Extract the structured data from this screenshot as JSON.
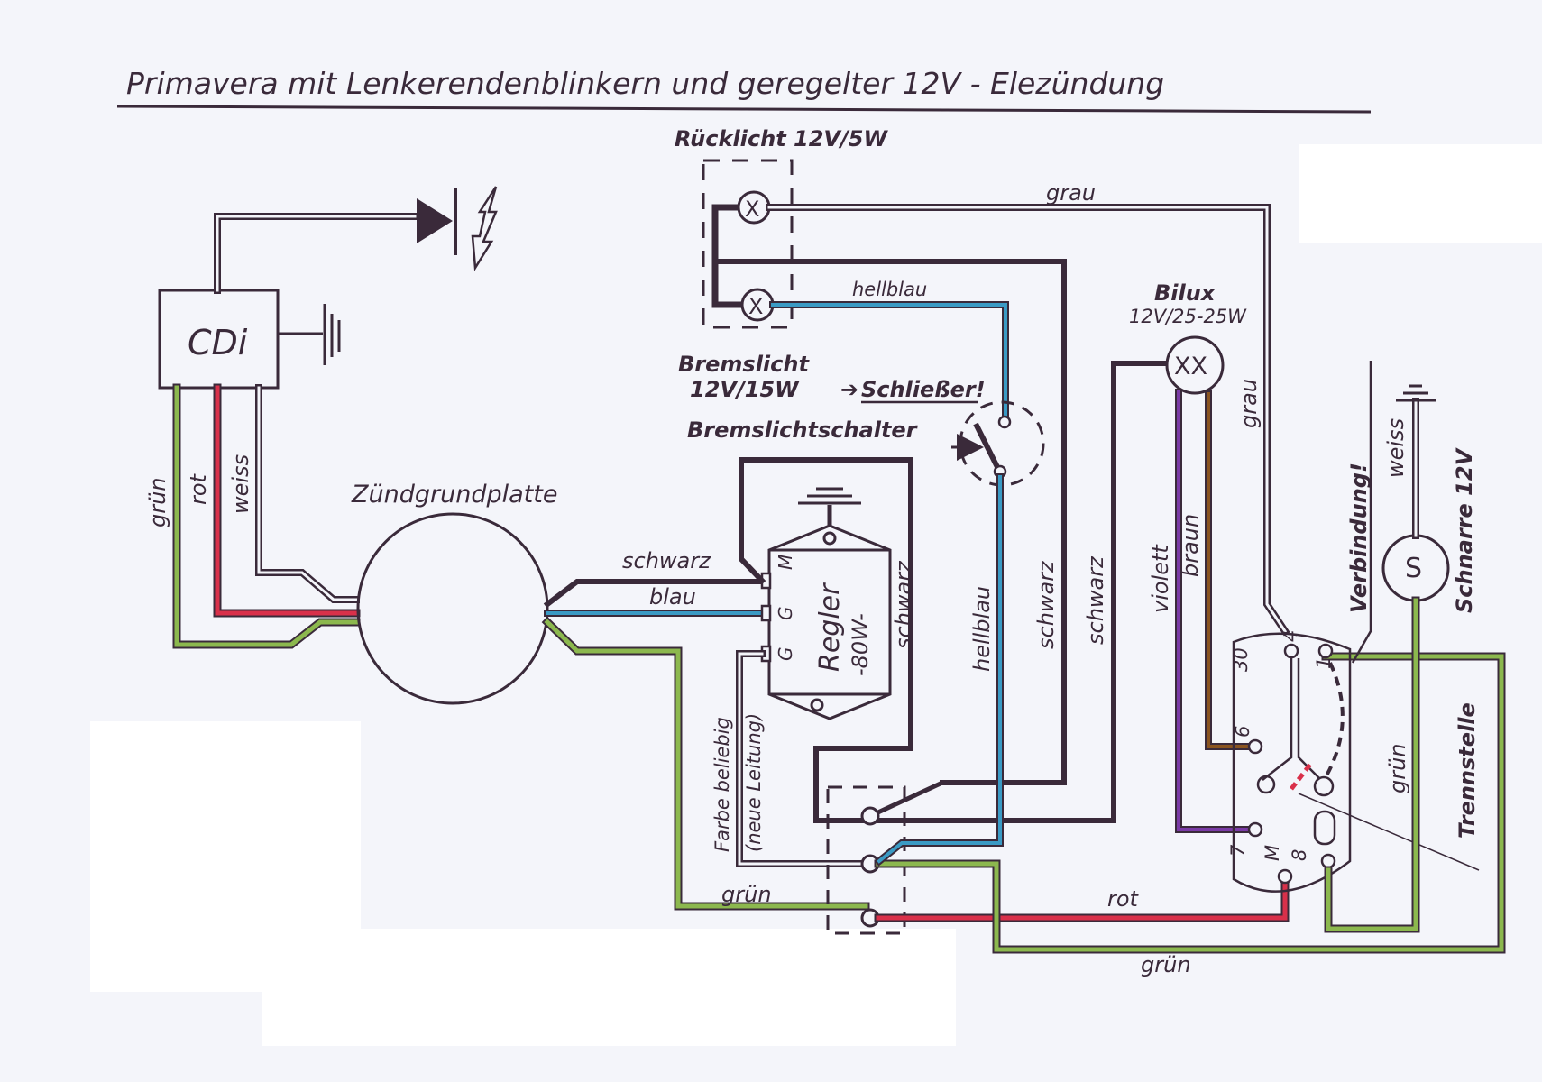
{
  "title": "Primavera mit Lenkerendenblinkern und geregelter 12V - Elezündung",
  "components": {
    "cdi": {
      "label": "CDi"
    },
    "ignition_plate": {
      "label": "Zündgrundplatte"
    },
    "rear_light": {
      "label": "Rücklicht 12V/5W"
    },
    "brake_light": {
      "label_line1": "Bremslicht",
      "label_line2": "12V/15W"
    },
    "closer_note": {
      "arrow": "➔",
      "label": "Schließer!"
    },
    "brake_switch": {
      "label": "Bremslichtschalter"
    },
    "regulator": {
      "label": "Regler",
      "rating": "-80W-",
      "terminals": [
        "M",
        "G",
        "G"
      ]
    },
    "bilux": {
      "label": "Bilux",
      "rating": "12V/25-25W",
      "symbol": "XX"
    },
    "horn": {
      "label": "Schnarre 12V",
      "symbol": "S"
    },
    "light_switch": {
      "terminals": [
        "30",
        "4",
        "1",
        "6",
        "7",
        "M",
        "8"
      ]
    },
    "note_connection": "Verbindung!",
    "note_separation": "Trennstelle",
    "note_any_color": "Farbe beliebig",
    "note_new_wire": "(neue Leitung)"
  },
  "wires": {
    "cdi_green": "grün",
    "cdi_red": "rot",
    "cdi_white": "weiss",
    "plate_black": "schwarz",
    "plate_blue": "blau",
    "rear_grey": "grau",
    "brake_lightblue_top": "hellblau",
    "switch_lightblue": "hellblau",
    "regler_black": "schwarz",
    "mid_black_1": "schwarz",
    "mid_black_2": "schwarz",
    "bilux_violet": "violett",
    "bilux_brown": "braun",
    "switch_grey": "grau",
    "horn_white": "weiss",
    "right_green": "grün",
    "bottom_green_left": "grün",
    "bottom_red": "rot",
    "bottom_green": "grün"
  },
  "colors": {
    "ink": "#3a2a3a",
    "green": "#8cb84e",
    "red": "#d9304a",
    "blue": "#3a9ac4",
    "violet": "#7a3aa6",
    "brown": "#8a5420",
    "paper": "#f4f5fa"
  }
}
